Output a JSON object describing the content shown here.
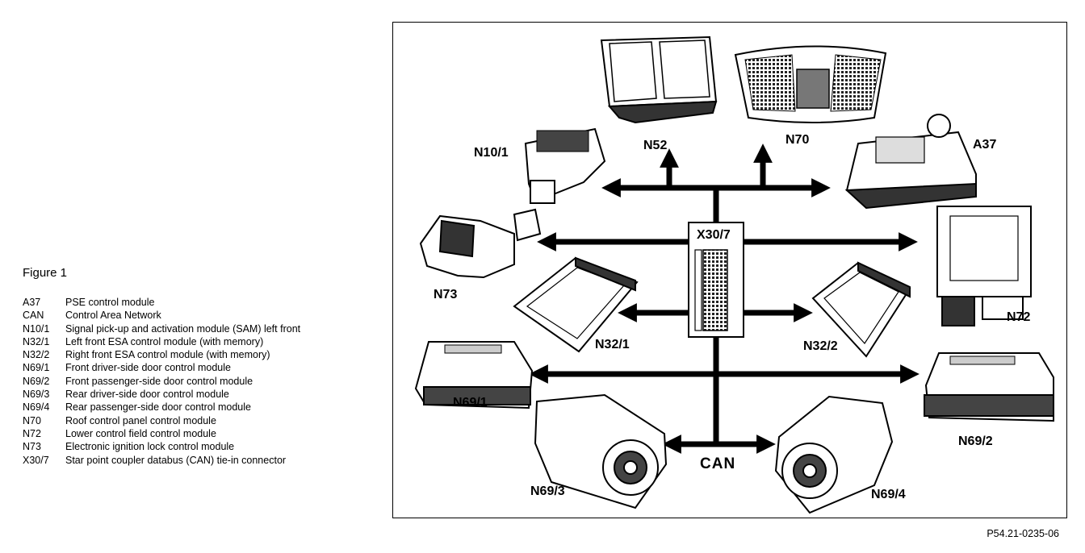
{
  "figure_title": "Figure 1",
  "legend": [
    {
      "code": "A37",
      "desc": "PSE control module"
    },
    {
      "code": "CAN",
      "desc": "Control Area Network"
    },
    {
      "code": "N10/1",
      "desc": "Signal pick-up and activation module (SAM) left front"
    },
    {
      "code": "N32/1",
      "desc": "Left front ESA control module (with memory)"
    },
    {
      "code": "N32/2",
      "desc": "Right front ESA control module (with memory)"
    },
    {
      "code": "N69/1",
      "desc": "Front driver-side door control module"
    },
    {
      "code": "N69/2",
      "desc": "Front passenger-side door control module"
    },
    {
      "code": "N69/3",
      "desc": "Rear driver-side door control module"
    },
    {
      "code": "N69/4",
      "desc": "Rear passenger-side door control module"
    },
    {
      "code": "N70",
      "desc": "Roof control panel control module"
    },
    {
      "code": "N72",
      "desc": "Lower control field control module"
    },
    {
      "code": "N73",
      "desc": "Electronic ignition lock control module"
    },
    {
      "code": "X30/7",
      "desc": "Star point coupler databus (CAN) tie-in connector"
    }
  ],
  "diagram": {
    "labels": {
      "n52": "N52",
      "n70": "N70",
      "n10_1": "N10/1",
      "a37": "A37",
      "x30_7": "X30/7",
      "n73": "N73",
      "n72": "N72",
      "n32_1": "N32/1",
      "n32_2": "N32/2",
      "n69_1": "N69/1",
      "n69_2": "N69/2",
      "n69_3": "N69/3",
      "n69_4": "N69/4",
      "can": "CAN"
    }
  },
  "reference": "P54.21-0235-06"
}
